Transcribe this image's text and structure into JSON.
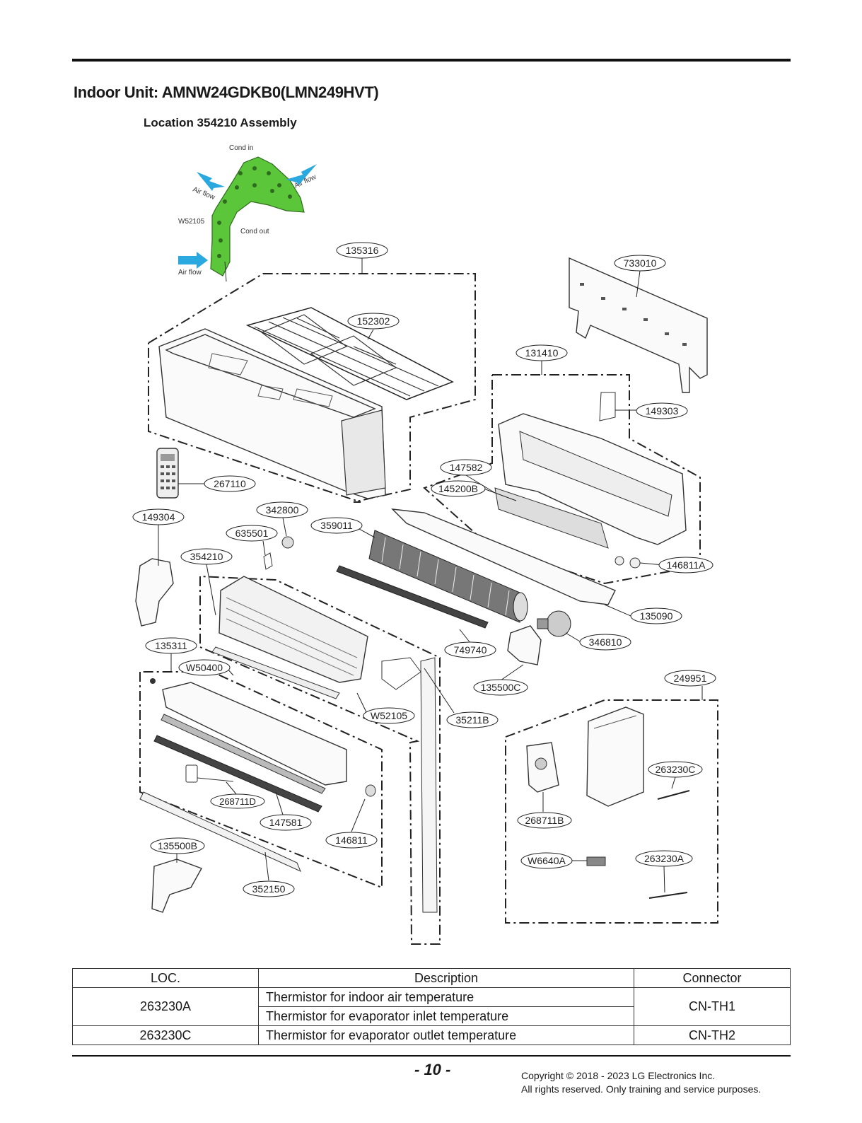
{
  "page_title": "Indoor Unit: AMNW24GDKB0(LMN249HVT)",
  "section_title": "Location 354210 Assembly",
  "inset_labels": {
    "cond_in": "Cond in",
    "cond_out": "Cond out",
    "air_flow": "Air flow",
    "w52105": "W52105"
  },
  "callouts": {
    "c135316": "135316",
    "c152302": "152302",
    "c733010": "733010",
    "c131410": "131410",
    "c149303": "149303",
    "c147582": "147582",
    "c145200B": "145200B",
    "c267110": "267110",
    "c149304": "149304",
    "c342800": "342800",
    "c635501": "635501",
    "c359011": "359011",
    "c354210": "354210",
    "c146811A": "146811A",
    "c135090": "135090",
    "c346810": "346810",
    "c135311": "135311",
    "c749740": "749740",
    "cW50400": "W50400",
    "c135500C": "135500C",
    "c249951": "249951",
    "cW52105": "W52105",
    "c35211B": "35211B",
    "c263230C": "263230C",
    "c268711D": "268711D",
    "c147581": "147581",
    "c268711B": "268711B",
    "c146811": "146811",
    "c135500B": "135500B",
    "cW6640A": "W6640A",
    "c263230A": "263230A",
    "c352150": "352150"
  },
  "table": {
    "headers": [
      "LOC.",
      "Description",
      "Connector"
    ],
    "rows": [
      {
        "loc": "263230A",
        "descriptions": [
          "Thermistor for indoor air temperature",
          "Thermistor for evaporator inlet temperature"
        ],
        "connector": "CN-TH1"
      },
      {
        "loc": "263230C",
        "descriptions": [
          "Thermistor for evaporator outlet temperature"
        ],
        "connector": "CN-TH2"
      }
    ]
  },
  "footer": {
    "page_number": "- 10 -",
    "copyright_line1": "Copyright © 2018 - 2023 LG Electronics Inc.",
    "copyright_line2": "All rights reserved. Only training and service purposes."
  },
  "colors": {
    "inset_green": "#5cc63a",
    "arrow_blue": "#2aa8e0"
  }
}
